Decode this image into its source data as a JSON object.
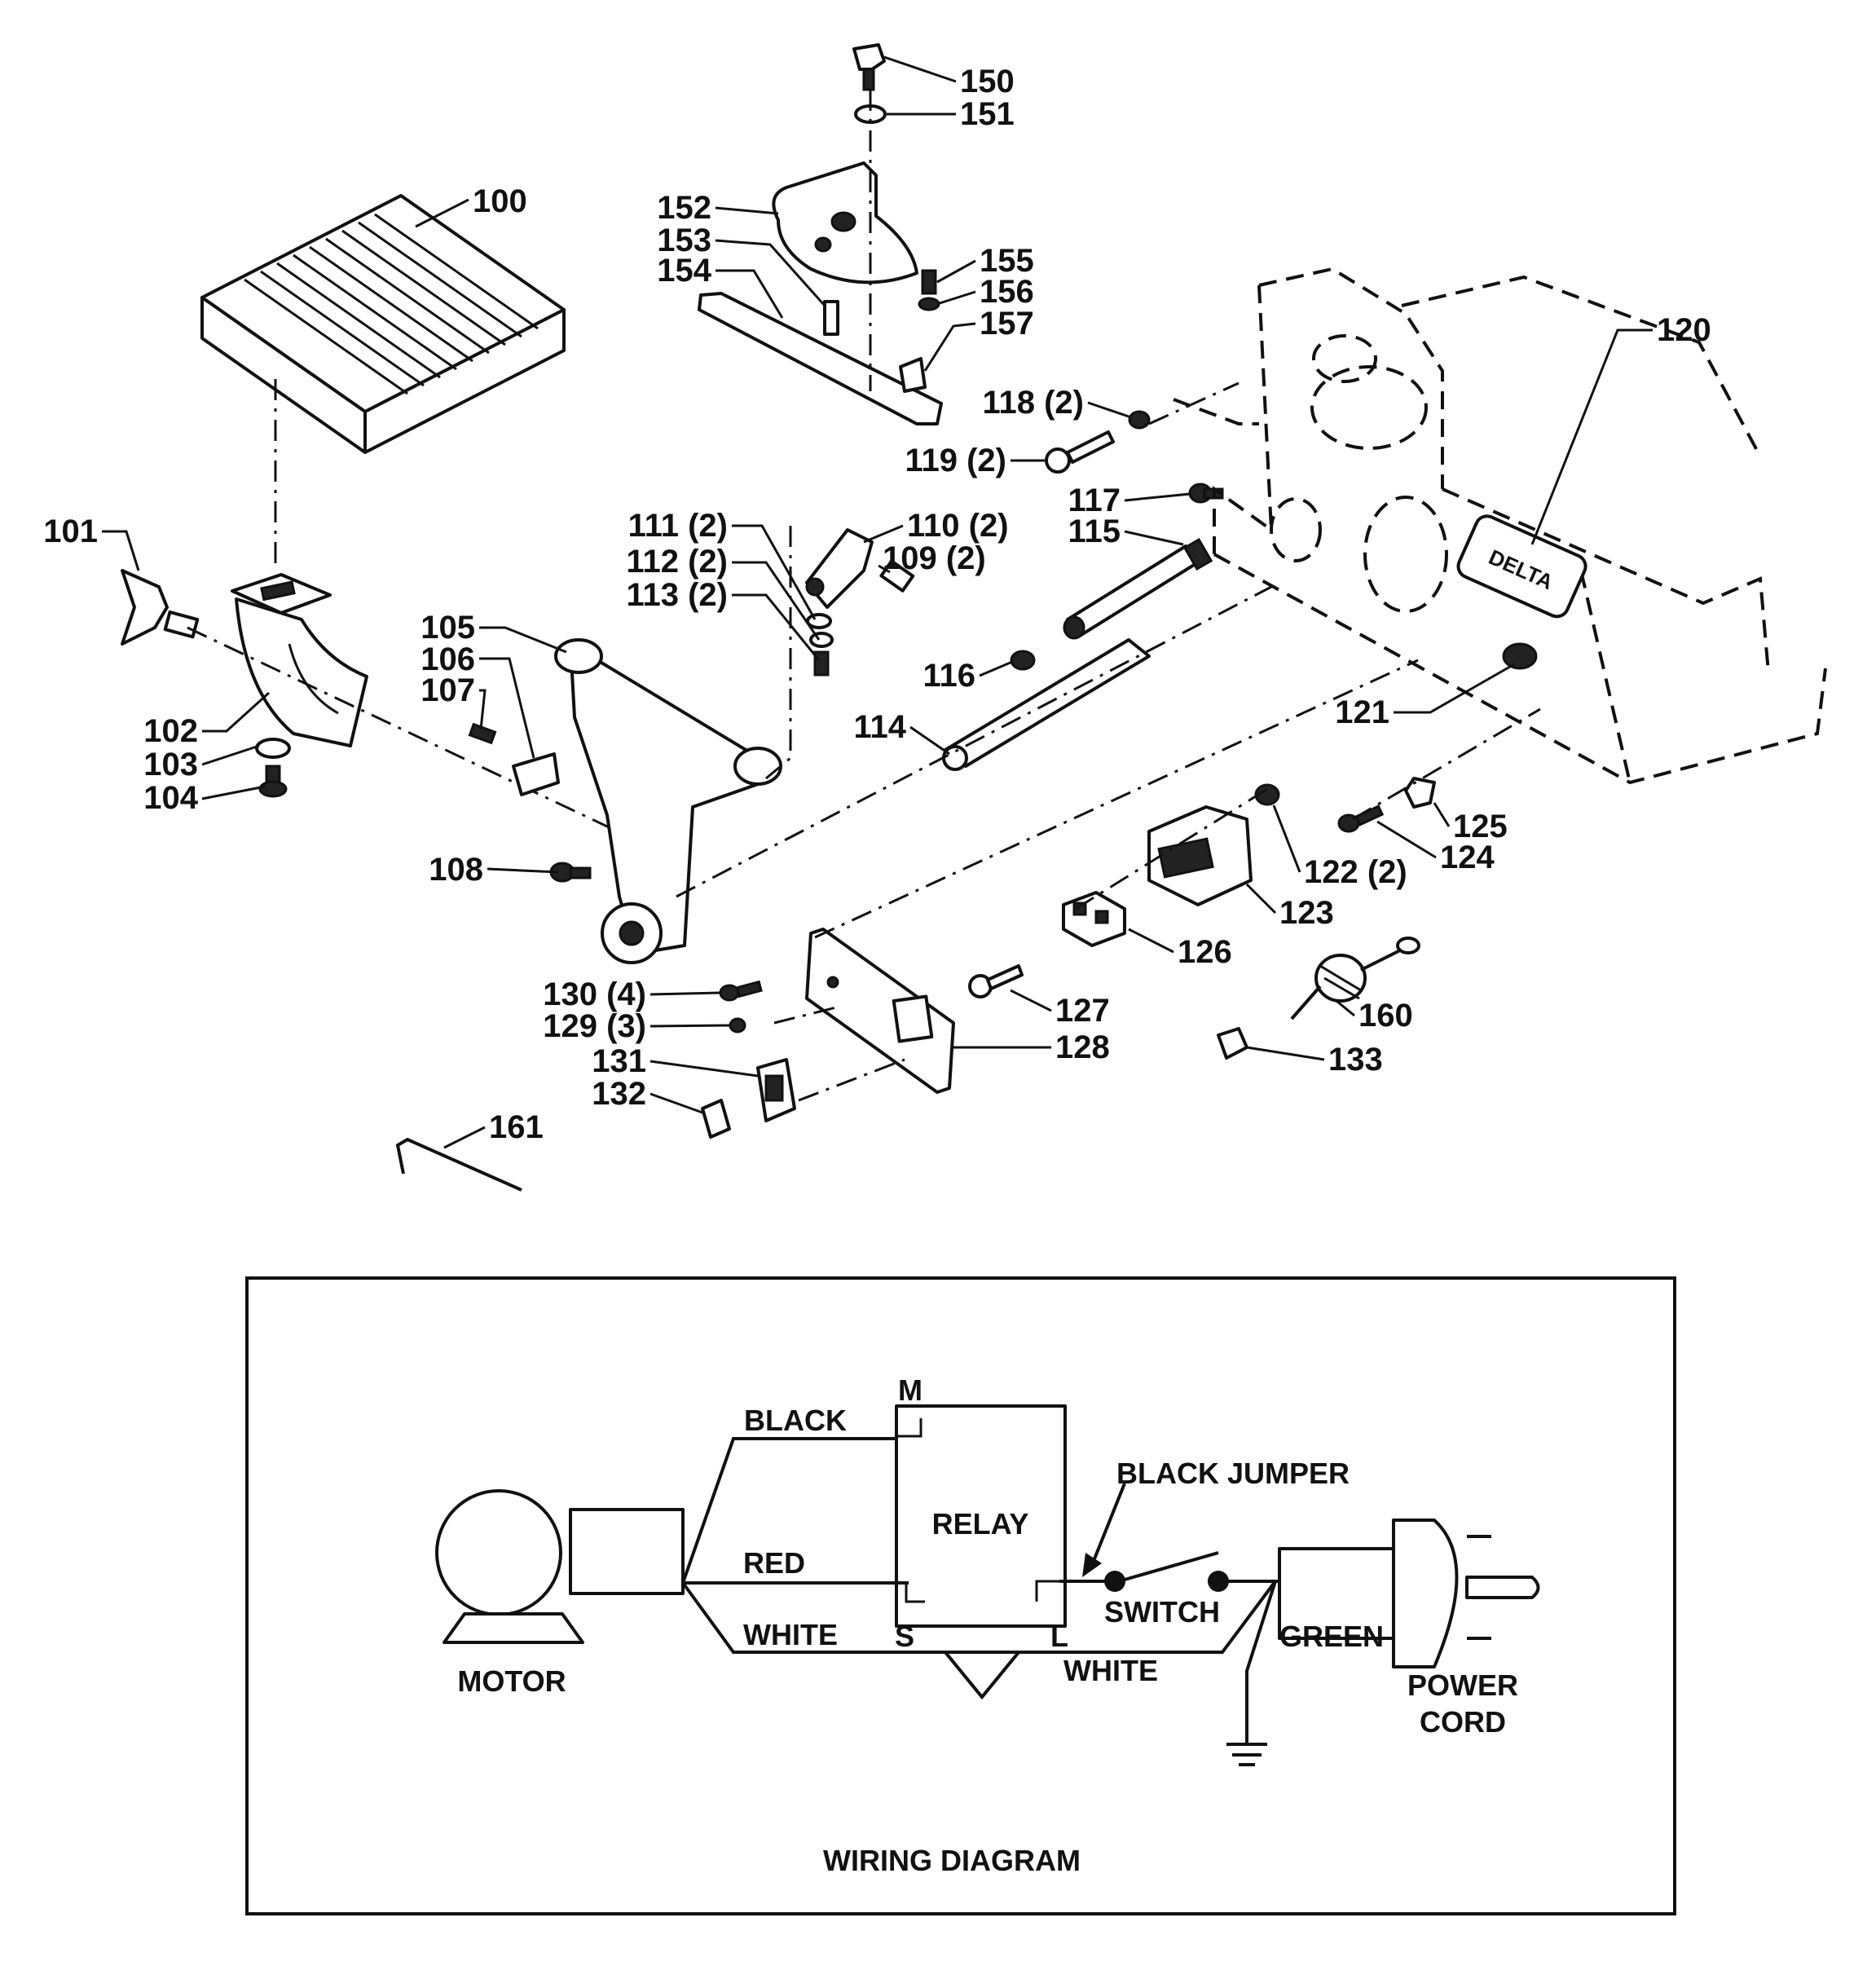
{
  "parts": [
    {
      "id": "p100",
      "text": "100"
    },
    {
      "id": "p101",
      "text": "101"
    },
    {
      "id": "p102",
      "text": "102"
    },
    {
      "id": "p103",
      "text": "103"
    },
    {
      "id": "p104",
      "text": "104"
    },
    {
      "id": "p105",
      "text": "105"
    },
    {
      "id": "p106",
      "text": "106"
    },
    {
      "id": "p107",
      "text": "107"
    },
    {
      "id": "p108",
      "text": "108"
    },
    {
      "id": "p109",
      "text": "109 (2)"
    },
    {
      "id": "p110",
      "text": "110 (2)"
    },
    {
      "id": "p111",
      "text": "111 (2)"
    },
    {
      "id": "p112",
      "text": "112 (2)"
    },
    {
      "id": "p113",
      "text": "113 (2)"
    },
    {
      "id": "p114",
      "text": "114"
    },
    {
      "id": "p115",
      "text": "115"
    },
    {
      "id": "p116",
      "text": "116"
    },
    {
      "id": "p117",
      "text": "117"
    },
    {
      "id": "p118",
      "text": "118 (2)"
    },
    {
      "id": "p119",
      "text": "119 (2)"
    },
    {
      "id": "p120",
      "text": "120"
    },
    {
      "id": "p121",
      "text": "121"
    },
    {
      "id": "p122",
      "text": "122 (2)"
    },
    {
      "id": "p123",
      "text": "123"
    },
    {
      "id": "p124",
      "text": "124"
    },
    {
      "id": "p125",
      "text": "125"
    },
    {
      "id": "p126",
      "text": "126"
    },
    {
      "id": "p127",
      "text": "127"
    },
    {
      "id": "p128",
      "text": "128"
    },
    {
      "id": "p129",
      "text": "129 (3)"
    },
    {
      "id": "p130",
      "text": "130 (4)"
    },
    {
      "id": "p131",
      "text": "131"
    },
    {
      "id": "p132",
      "text": "132"
    },
    {
      "id": "p133",
      "text": "133"
    },
    {
      "id": "p150",
      "text": "150"
    },
    {
      "id": "p151",
      "text": "151"
    },
    {
      "id": "p152",
      "text": "152"
    },
    {
      "id": "p153",
      "text": "153"
    },
    {
      "id": "p154",
      "text": "154"
    },
    {
      "id": "p155",
      "text": "155"
    },
    {
      "id": "p156",
      "text": "156"
    },
    {
      "id": "p157",
      "text": "157"
    },
    {
      "id": "p160",
      "text": "160"
    },
    {
      "id": "p161",
      "text": "161"
    }
  ],
  "brand_logo": "DELTA",
  "wiring": {
    "title": "WIRING DIAGRAM",
    "motor": "MOTOR",
    "relay": "RELAY",
    "terminal_m": "M",
    "terminal_s": "S",
    "terminal_l": "L",
    "black": "BLACK",
    "red": "RED",
    "white_left": "WHITE",
    "white_right": "WHITE",
    "black_jumper": "BLACK JUMPER",
    "switch": "SWITCH",
    "green": "GREEN",
    "power_line1": "POWER",
    "power_line2": "CORD"
  }
}
